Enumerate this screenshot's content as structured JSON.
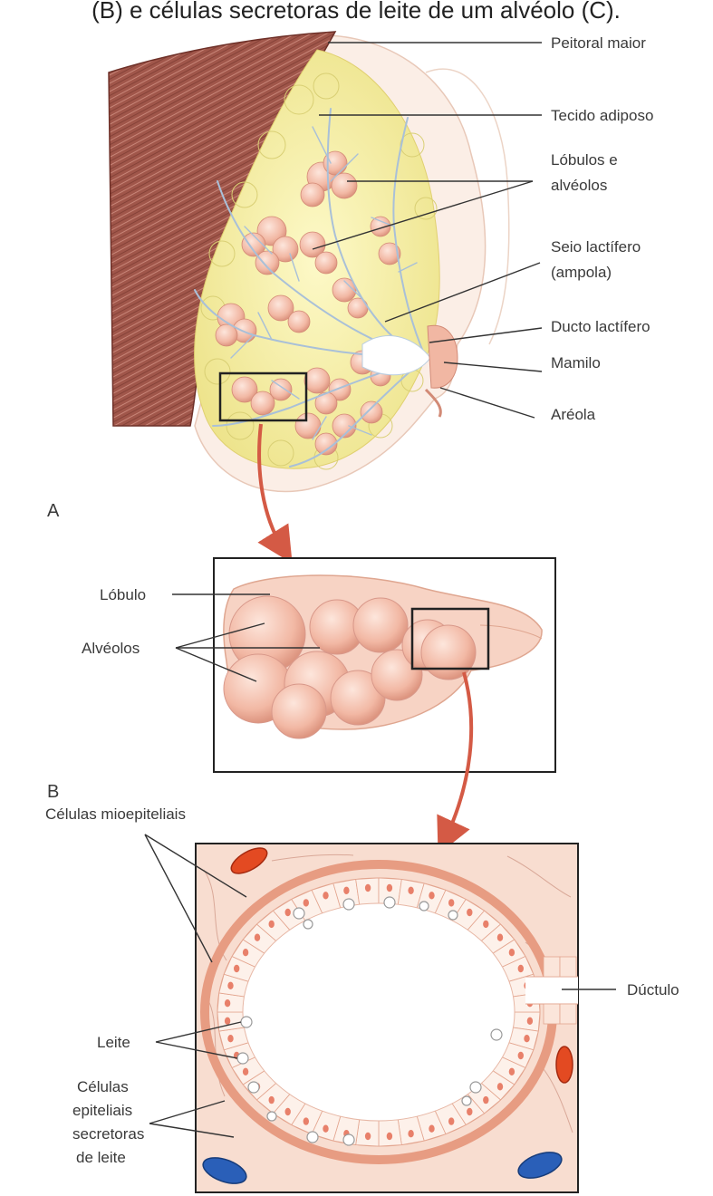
{
  "caption": "(B) e células secretoras de leite de um alvéolo (C).",
  "panel_a": {
    "letter": "A",
    "labels": {
      "peitoral": "Peitoral maior",
      "tecido": "Tecido adiposo",
      "lobulos_1": "Lóbulos e",
      "lobulos_2": "alvéolos",
      "seio_1": "Seio lactífero",
      "seio_2": "(ampola)",
      "ducto": "Ducto lactífero",
      "mamilo": "Mamilo",
      "areola": "Aréola"
    }
  },
  "panel_b": {
    "letter": "B",
    "labels": {
      "lobulo": "Lóbulo",
      "alveolos": "Alvéolos"
    }
  },
  "panel_c": {
    "labels": {
      "mioepiteliais": "Células mioepiteliais",
      "ductulo": "Dúctulo",
      "leite": "Leite",
      "celulas_1": "Células",
      "celulas_2": "epiteliais",
      "celulas_3": "secretoras",
      "celulas_4": "de leite"
    }
  },
  "colors": {
    "muscle": "#a0564a",
    "fat": "#f5efa0",
    "lobule": "#f2bba8",
    "duct": "#b9cde0",
    "arrow": "#d45a45",
    "tissue": "#f9dfd2",
    "vessel_red": "#e34a22",
    "vessel_blue": "#2a5fb8"
  }
}
